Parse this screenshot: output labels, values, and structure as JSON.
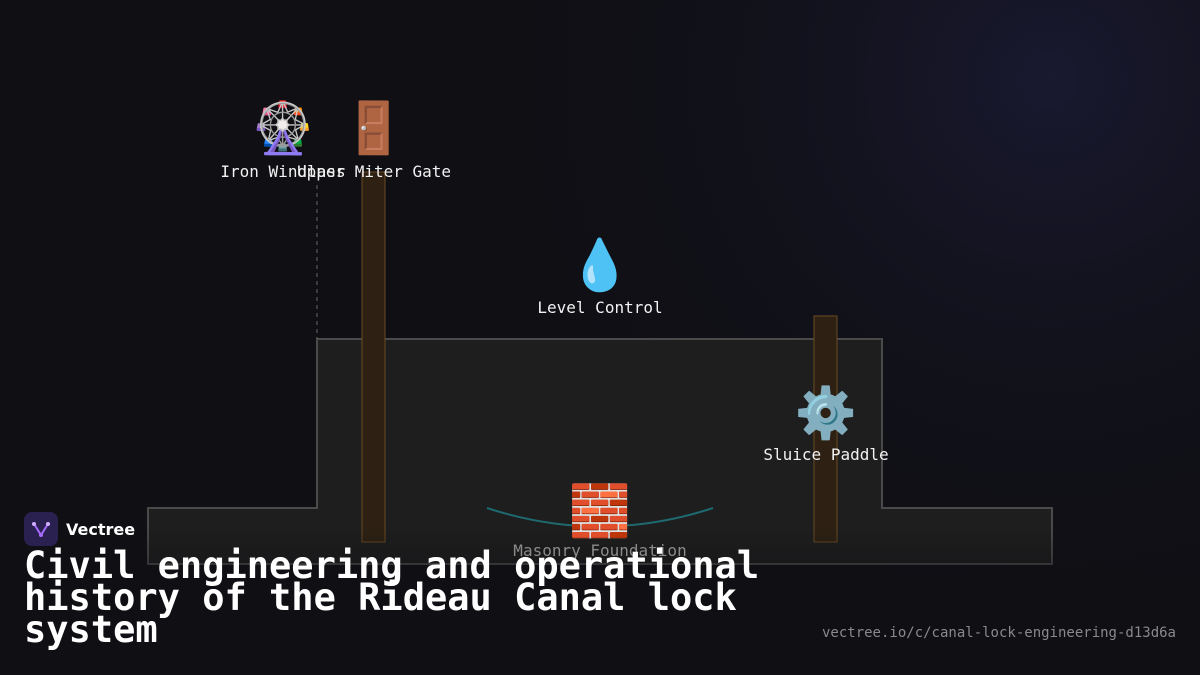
{
  "brand": {
    "name": "Vectree"
  },
  "title": "Civil engineering and operational history of the Rideau Canal lock system",
  "url": "vectree.io/c/canal-lock-engineering-d13d6a",
  "colors": {
    "background": "#0f0f14",
    "chamber_fill": "#1e1e1e",
    "chamber_stroke": "#4a4a4a",
    "gate": "#2e2113",
    "gate_stroke": "#6b4a22",
    "water_curve": "#1e6a70",
    "brand_logo": "#2b2150",
    "brand_accent": "#a66bff"
  },
  "nodes": [
    {
      "id": "windlass",
      "label": "Iron Windlass",
      "icon": "ferris-wheel-icon",
      "emoji": "🎡"
    },
    {
      "id": "upper_gate",
      "label": "Upper Miter Gate",
      "icon": "door-icon",
      "emoji": "🚪"
    },
    {
      "id": "level",
      "label": "Level Control",
      "icon": "droplet-icon",
      "emoji": "💧"
    },
    {
      "id": "sluice",
      "label": "Sluice Paddle",
      "icon": "gear-icon",
      "emoji": "⚙️"
    },
    {
      "id": "foundation",
      "label": "Masonry Foundation",
      "icon": "brick-icon",
      "emoji": "🧱"
    }
  ]
}
